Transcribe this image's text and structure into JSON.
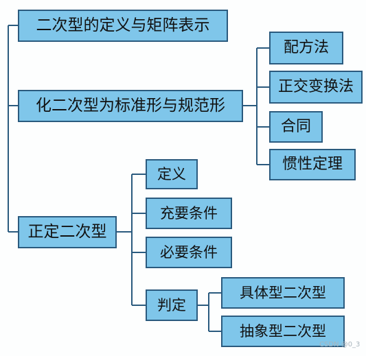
{
  "diagram": {
    "root": "二次型的定义与矩阵表示",
    "branch_normal_form": {
      "label": "化二次型为标准形与规范形",
      "children": [
        "配方法",
        "正交变换法",
        "合同",
        "惯性定理"
      ]
    },
    "branch_positive_definite": {
      "label": "正定二次型",
      "children": [
        "定义",
        "充要条件",
        "必要条件"
      ],
      "judgement": {
        "label": "判定",
        "children": [
          "具体型二次型",
          "抽象型二次型"
        ]
      }
    },
    "colors": {
      "box_fill": "#7fc6ea",
      "box_border": "#2a5a7e",
      "connector": "#2a5a7e"
    }
  },
  "watermark": "CSDN @0_3"
}
